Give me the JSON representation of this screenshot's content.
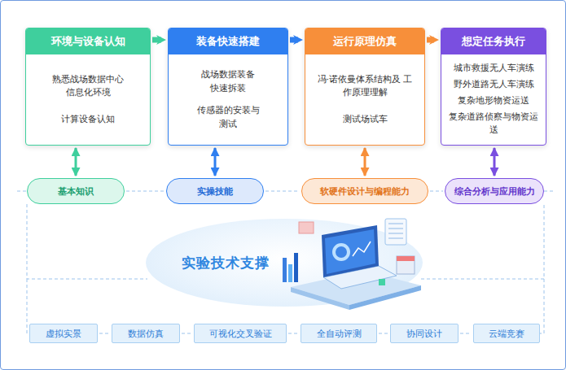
{
  "diagram": {
    "nodes": [
      {
        "text": [
          "环境与设备认知",
          "熟悉战场数据中心 信息化环境",
          "计算设备认知"
        ]
      },
      {
        "text": [
          "装备快速搭建",
          "战场数据装备 快速拆装",
          "传感器的安装与测试"
        ]
      },
      {
        "text": [
          "运行原理仿真",
          "冯·诺依曼体系结构及 工作原理理解",
          "测试场试车"
        ]
      },
      {
        "text": [
          "想定任务执行",
          "城市救援无人车演练",
          "野外道路无人车演练",
          "复杂地形物资运送",
          "复杂道路侦察与物资运送"
        ]
      },
      {
        "text": [
          "基本知识"
        ]
      },
      {
        "text": [
          "实操技能"
        ]
      },
      {
        "text": [
          "软硬件设计与编程能力"
        ]
      },
      {
        "text": [
          "综合分析与应用能力"
        ]
      },
      {
        "text": [
          "实验技术支撑"
        ]
      },
      {
        "text": [
          "虚拟实景"
        ]
      },
      {
        "text": [
          "数据仿真"
        ]
      },
      {
        "text": [
          "可视化交叉验证"
        ]
      },
      {
        "text": [
          "全自动评测"
        ]
      },
      {
        "text": [
          "协同设计"
        ]
      },
      {
        "text": [
          "云端竞赛"
        ]
      }
    ],
    "edges": [
      {
        "from": 0,
        "to": 1,
        "arrow": "to"
      },
      {
        "from": 1,
        "to": 2,
        "arrow": "to"
      },
      {
        "from": 2,
        "to": 3,
        "arrow": "to"
      },
      {
        "from": 0,
        "to": 4,
        "arrow": "both"
      },
      {
        "from": 1,
        "to": 5,
        "arrow": "both"
      },
      {
        "from": 2,
        "to": 6,
        "arrow": "both"
      },
      {
        "from": 3,
        "to": 7,
        "arrow": "both"
      },
      {
        "from": 4,
        "to": 5,
        "arrow": "none"
      },
      {
        "from": 5,
        "to": 6,
        "arrow": "none"
      },
      {
        "from": 6,
        "to": 7,
        "arrow": "none"
      },
      {
        "from": 9,
        "to": 10,
        "arrow": "none"
      },
      {
        "from": 10,
        "to": 11,
        "arrow": "none"
      },
      {
        "from": 11,
        "to": 12,
        "arrow": "none"
      },
      {
        "from": 12,
        "to": 13,
        "arrow": "none"
      },
      {
        "from": 13,
        "to": 14,
        "arrow": "none"
      }
    ]
  }
}
